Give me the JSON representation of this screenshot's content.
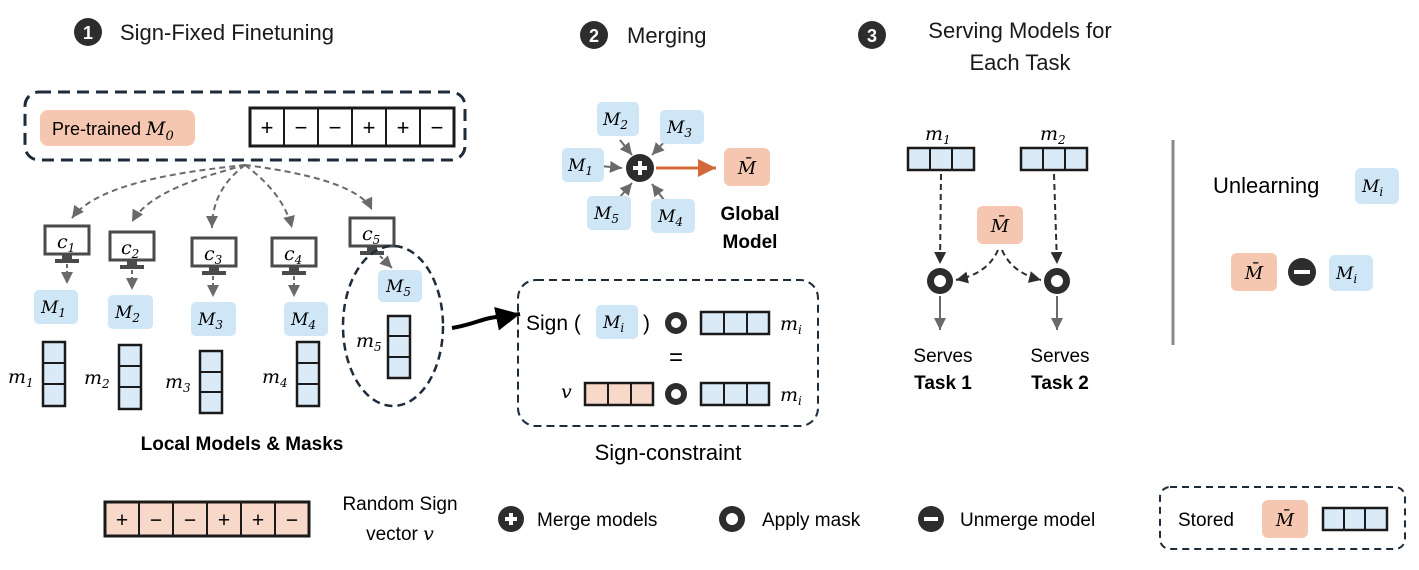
{
  "steps": [
    {
      "num": "1",
      "title": "Sign-Fixed Finetuning"
    },
    {
      "num": "2",
      "title": "Merging"
    },
    {
      "num": "3",
      "title_line1": "Serving Models for",
      "title_line2": "Each Task"
    }
  ],
  "pretrained": {
    "label": "Pre-trained ",
    "var": "M",
    "sub": "0",
    "signs": [
      "+",
      "−",
      "−",
      "+",
      "+",
      "−"
    ]
  },
  "clients": [
    {
      "c": "c",
      "sub": "1",
      "model": "M",
      "msub": "1",
      "mask": "m",
      "masksub": "1"
    },
    {
      "c": "c",
      "sub": "2",
      "model": "M",
      "msub": "2",
      "mask": "m",
      "masksub": "2"
    },
    {
      "c": "c",
      "sub": "3",
      "model": "M",
      "msub": "3",
      "mask": "m",
      "masksub": "3"
    },
    {
      "c": "c",
      "sub": "4",
      "model": "M",
      "msub": "4",
      "mask": "m",
      "masksub": "4"
    },
    {
      "c": "c",
      "sub": "5",
      "model": "M",
      "msub": "5",
      "mask": "m",
      "masksub": "5"
    }
  ],
  "local_caption": "Local Models & Masks",
  "merging": {
    "models": [
      {
        "v": "M",
        "s": "1"
      },
      {
        "v": "M",
        "s": "2"
      },
      {
        "v": "M",
        "s": "3"
      },
      {
        "v": "M",
        "s": "4"
      },
      {
        "v": "M",
        "s": "5"
      }
    ],
    "result": "M̄",
    "caption_line1": "Global",
    "caption_line2": "Model"
  },
  "sign_constraint": {
    "sign_word": "Sign (",
    "model": "M",
    "model_sub": "i",
    "close": ")",
    "mask": "m",
    "mask_sub": "i",
    "equals": "=",
    "v": "v",
    "caption": "Sign-constraint"
  },
  "serving": {
    "masks": [
      {
        "v": "m",
        "s": "1"
      },
      {
        "v": "m",
        "s": "2"
      }
    ],
    "global": "M̄",
    "serves": [
      {
        "l1": "Serves",
        "l2": "Task 1"
      },
      {
        "l1": "Serves",
        "l2": "Task 2"
      }
    ]
  },
  "unlearning": {
    "label": "Unlearning",
    "model": "M",
    "model_sub": "i",
    "global": "M̄"
  },
  "legend": {
    "random_sign_signs": [
      "+",
      "−",
      "−",
      "+",
      "+",
      "−"
    ],
    "random_sign_line1": "Random Sign",
    "random_sign_line2": "vector ",
    "random_sign_var": "v",
    "merge": "Merge models",
    "apply": "Apply mask",
    "unmerge": "Unmerge model",
    "stored": "Stored",
    "stored_global": "M̄"
  },
  "colors": {
    "blue": "#cfe6f6",
    "salmon": "#f5c6b0",
    "mask_blue": "#dbeaf7",
    "sign_bg": "#f8d8c8",
    "arrow_orange": "#d2693a",
    "dark": "#2d2d2d",
    "border": "#1e2b3a"
  }
}
